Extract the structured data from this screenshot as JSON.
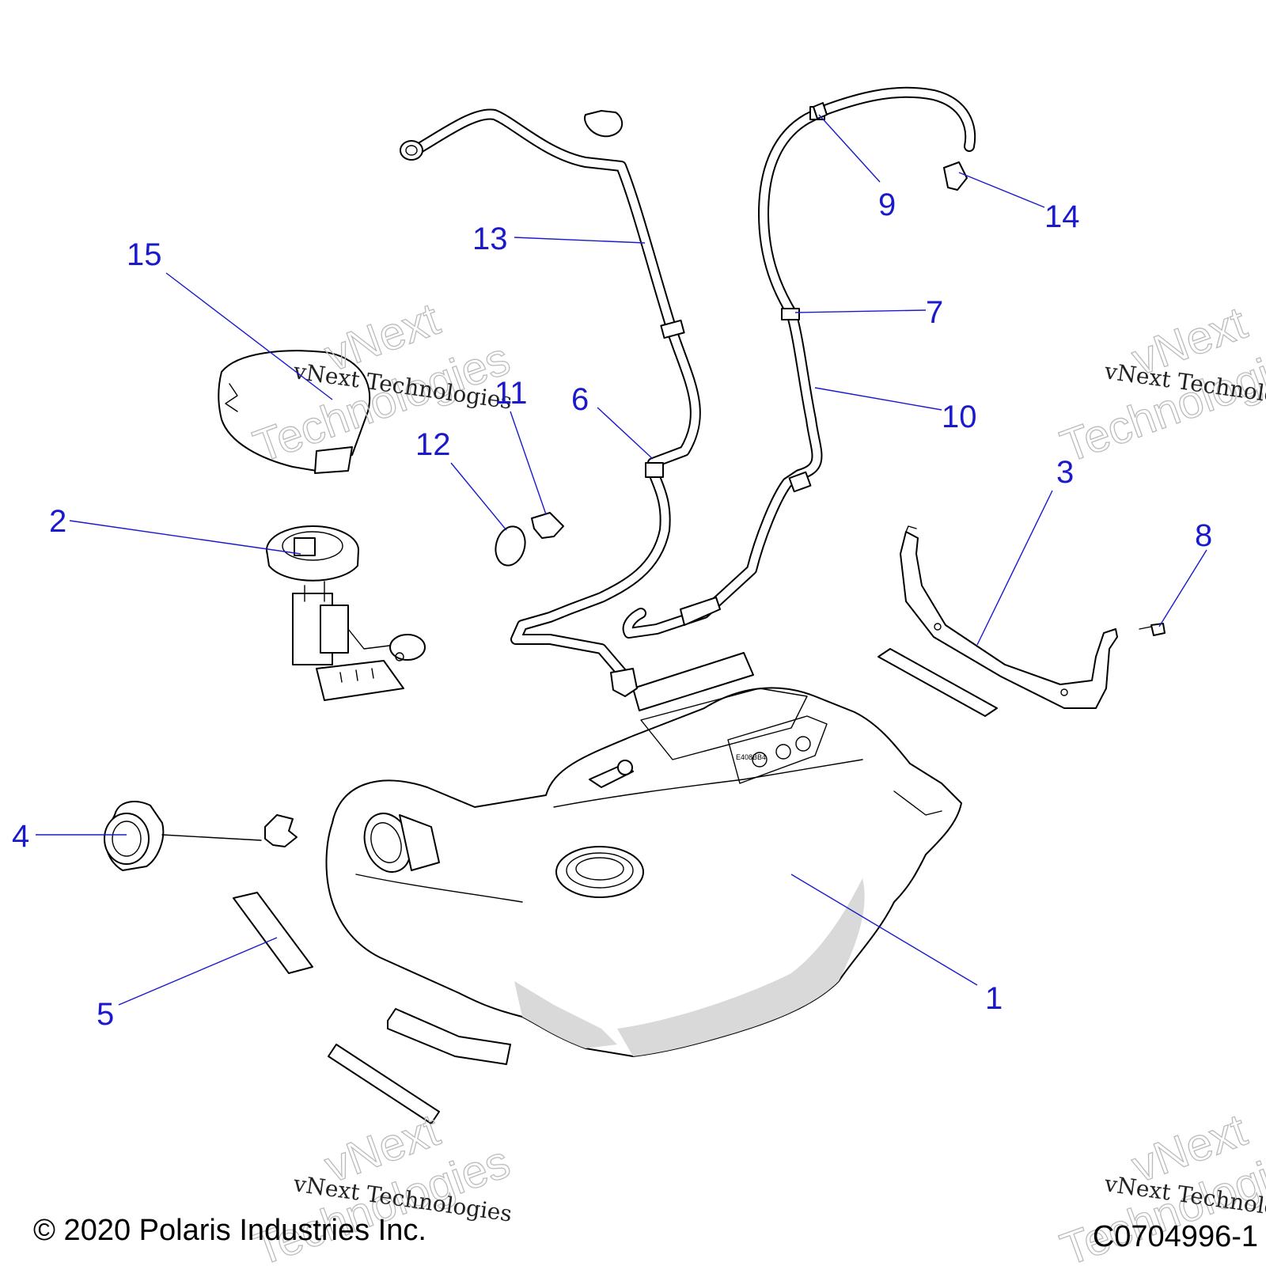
{
  "callouts": [
    {
      "label": "1"
    },
    {
      "label": "2"
    },
    {
      "label": "3"
    },
    {
      "label": "4"
    },
    {
      "label": "5"
    },
    {
      "label": "6"
    },
    {
      "label": "7"
    },
    {
      "label": "8"
    },
    {
      "label": "9"
    },
    {
      "label": "10"
    },
    {
      "label": "11"
    },
    {
      "label": "12"
    },
    {
      "label": "13"
    },
    {
      "label": "14"
    },
    {
      "label": "15"
    }
  ],
  "watermark": {
    "caption": "vNext Technologies",
    "word1": "vNext",
    "word2": "Technologies"
  },
  "footer": {
    "copyright": "© 2020 Polaris Industries Inc.",
    "figure_code": "C0704996-1"
  },
  "colors": {
    "callout": "#1a1acc",
    "linework": "#000000",
    "shading": "#d9d9d9"
  }
}
